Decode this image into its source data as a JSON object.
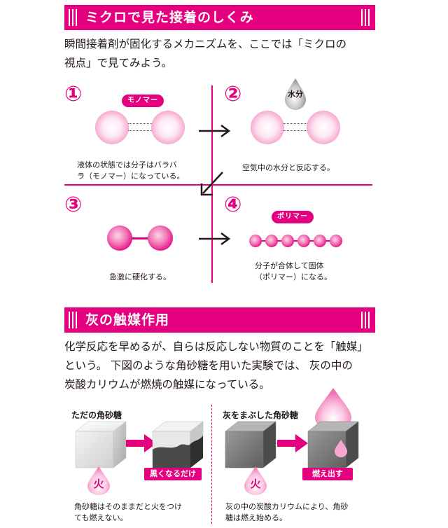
{
  "section1": {
    "title": "ミクロで見た接着のしくみ",
    "intro_line1": "瞬間接着剤が固化するメカニズムを、ここでは「ミクロの",
    "intro_line2": "視点」で見てみよう。"
  },
  "steps": [
    {
      "number": "①",
      "tag": "モノマー",
      "caption_line1": "液体の状態では分子はバラバ",
      "caption_line2": "ラ（モノマー）になっている。"
    },
    {
      "number": "②",
      "tag": "水分",
      "caption_line1": "空気中の水分と反応する。",
      "caption_line2": ""
    },
    {
      "number": "③",
      "tag": "",
      "caption_line1": "急激に硬化する。",
      "caption_line2": ""
    },
    {
      "number": "④",
      "tag": "ポリマー",
      "caption_line1": "分子が合体して固体",
      "caption_line2": "（ポリマー）になる。"
    }
  ],
  "section2": {
    "title": "灰の触媒作用",
    "intro_line1": "化学反応を早めるが、自らは反応しない物質のことを「触媒」",
    "intro_line2": "という。 下図のような角砂糖を用いた実験では、 灰の中の",
    "intro_line3": "炭酸カリウムが燃焼の触媒になっている。"
  },
  "experiments": [
    {
      "title": "ただの角砂糖",
      "fire": "火",
      "result": "黒くなるだけ",
      "caption_line1": "角砂糖はそのままだと火をつけ",
      "caption_line2": "ても燃えない。"
    },
    {
      "title": "灰をまぶした角砂糖",
      "fire": "火",
      "result": "燃え出す",
      "caption_line1": "灰の中の炭酸カリウムにより、角砂",
      "caption_line2": "糖は燃え始める。"
    }
  ],
  "colors": {
    "accent": "#e4007f",
    "text": "#231815"
  }
}
